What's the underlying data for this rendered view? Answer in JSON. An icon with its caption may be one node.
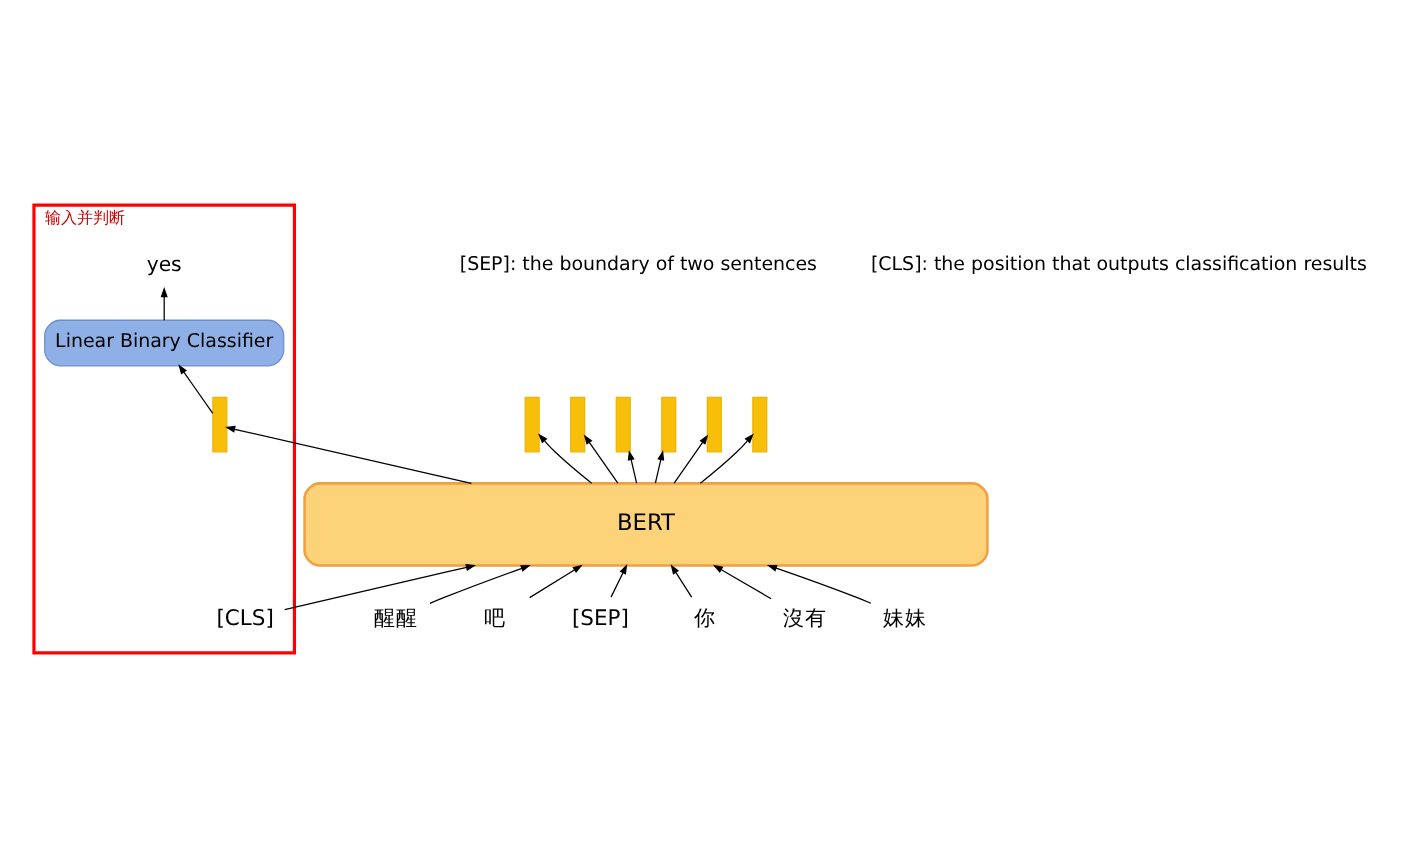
{
  "diagram": {
    "nodes": [
      {
        "text": [
          "输入并判断"
        ]
      },
      {
        "text": [
          "yes"
        ],
        "in": 0
      },
      {
        "text": [
          "Linear Binary Classifier"
        ],
        "in": 0
      },
      {
        "text": [],
        "shape": "bar",
        "in": 0
      },
      {
        "text": [],
        "shape": "bar"
      },
      {
        "text": [],
        "shape": "bar"
      },
      {
        "text": [],
        "shape": "bar"
      },
      {
        "text": [],
        "shape": "bar"
      },
      {
        "text": [],
        "shape": "bar"
      },
      {
        "text": [],
        "shape": "bar"
      },
      {
        "text": [
          "BERT"
        ]
      },
      {
        "text": [
          "[CLS]"
        ],
        "in": 0
      },
      {
        "text": [
          "醒醒"
        ]
      },
      {
        "text": [
          "吧"
        ]
      },
      {
        "text": [
          "[SEP]"
        ]
      },
      {
        "text": [
          "你"
        ]
      },
      {
        "text": [
          "沒有"
        ]
      },
      {
        "text": [
          "妹妹"
        ]
      }
    ],
    "edges": [
      {
        "from": 11,
        "to": 10,
        "arrow": "to"
      },
      {
        "from": 12,
        "to": 10,
        "arrow": "to"
      },
      {
        "from": 13,
        "to": 10,
        "arrow": "to"
      },
      {
        "from": 14,
        "to": 10,
        "arrow": "to"
      },
      {
        "from": 15,
        "to": 10,
        "arrow": "to"
      },
      {
        "from": 16,
        "to": 10,
        "arrow": "to"
      },
      {
        "from": 17,
        "to": 10,
        "arrow": "to"
      },
      {
        "from": 10,
        "to": 3,
        "arrow": "to"
      },
      {
        "from": 10,
        "to": 4,
        "arrow": "to"
      },
      {
        "from": 10,
        "to": 5,
        "arrow": "to"
      },
      {
        "from": 10,
        "to": 6,
        "arrow": "to"
      },
      {
        "from": 10,
        "to": 7,
        "arrow": "to"
      },
      {
        "from": 10,
        "to": 8,
        "arrow": "to"
      },
      {
        "from": 10,
        "to": 9,
        "arrow": "to"
      },
      {
        "from": 3,
        "to": 2,
        "arrow": "to"
      },
      {
        "from": 2,
        "to": 1,
        "arrow": "to"
      }
    ],
    "labels": [
      "[SEP]: the boundary of two sentences",
      "[CLS]: the position that outputs classification results"
    ]
  }
}
